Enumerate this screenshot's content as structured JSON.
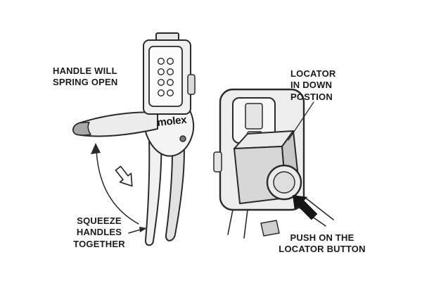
{
  "brand": "molex",
  "labels": {
    "handle_spring": "HANDLE WILL\nSPRING OPEN",
    "squeeze": "SQUEEZE\nHANDLES\nTOGETHER",
    "locator_down": "LOCATOR\nIN DOWN\nPOSTION",
    "push_button": "PUSH ON THE\nLOCATOR BUTTON"
  },
  "icons": {
    "spring_arc_arrow": "thin curved arrow showing handle spring-open travel",
    "squeeze_direction_arrow": "hollow outline arrow pointing down-right",
    "squeeze_leader_arrow": "small solid arrow pointing at lower handle",
    "push_arrow": "large solid black arrow pointing up-left at locator button"
  },
  "colors": {
    "outline": "#2a2a2a",
    "arrow_black": "#151515",
    "fill_light": "#f0f0f0",
    "fill_mid": "#dcdcdc",
    "fill_dark": "#c7c7c7",
    "background": "#ffffff"
  }
}
